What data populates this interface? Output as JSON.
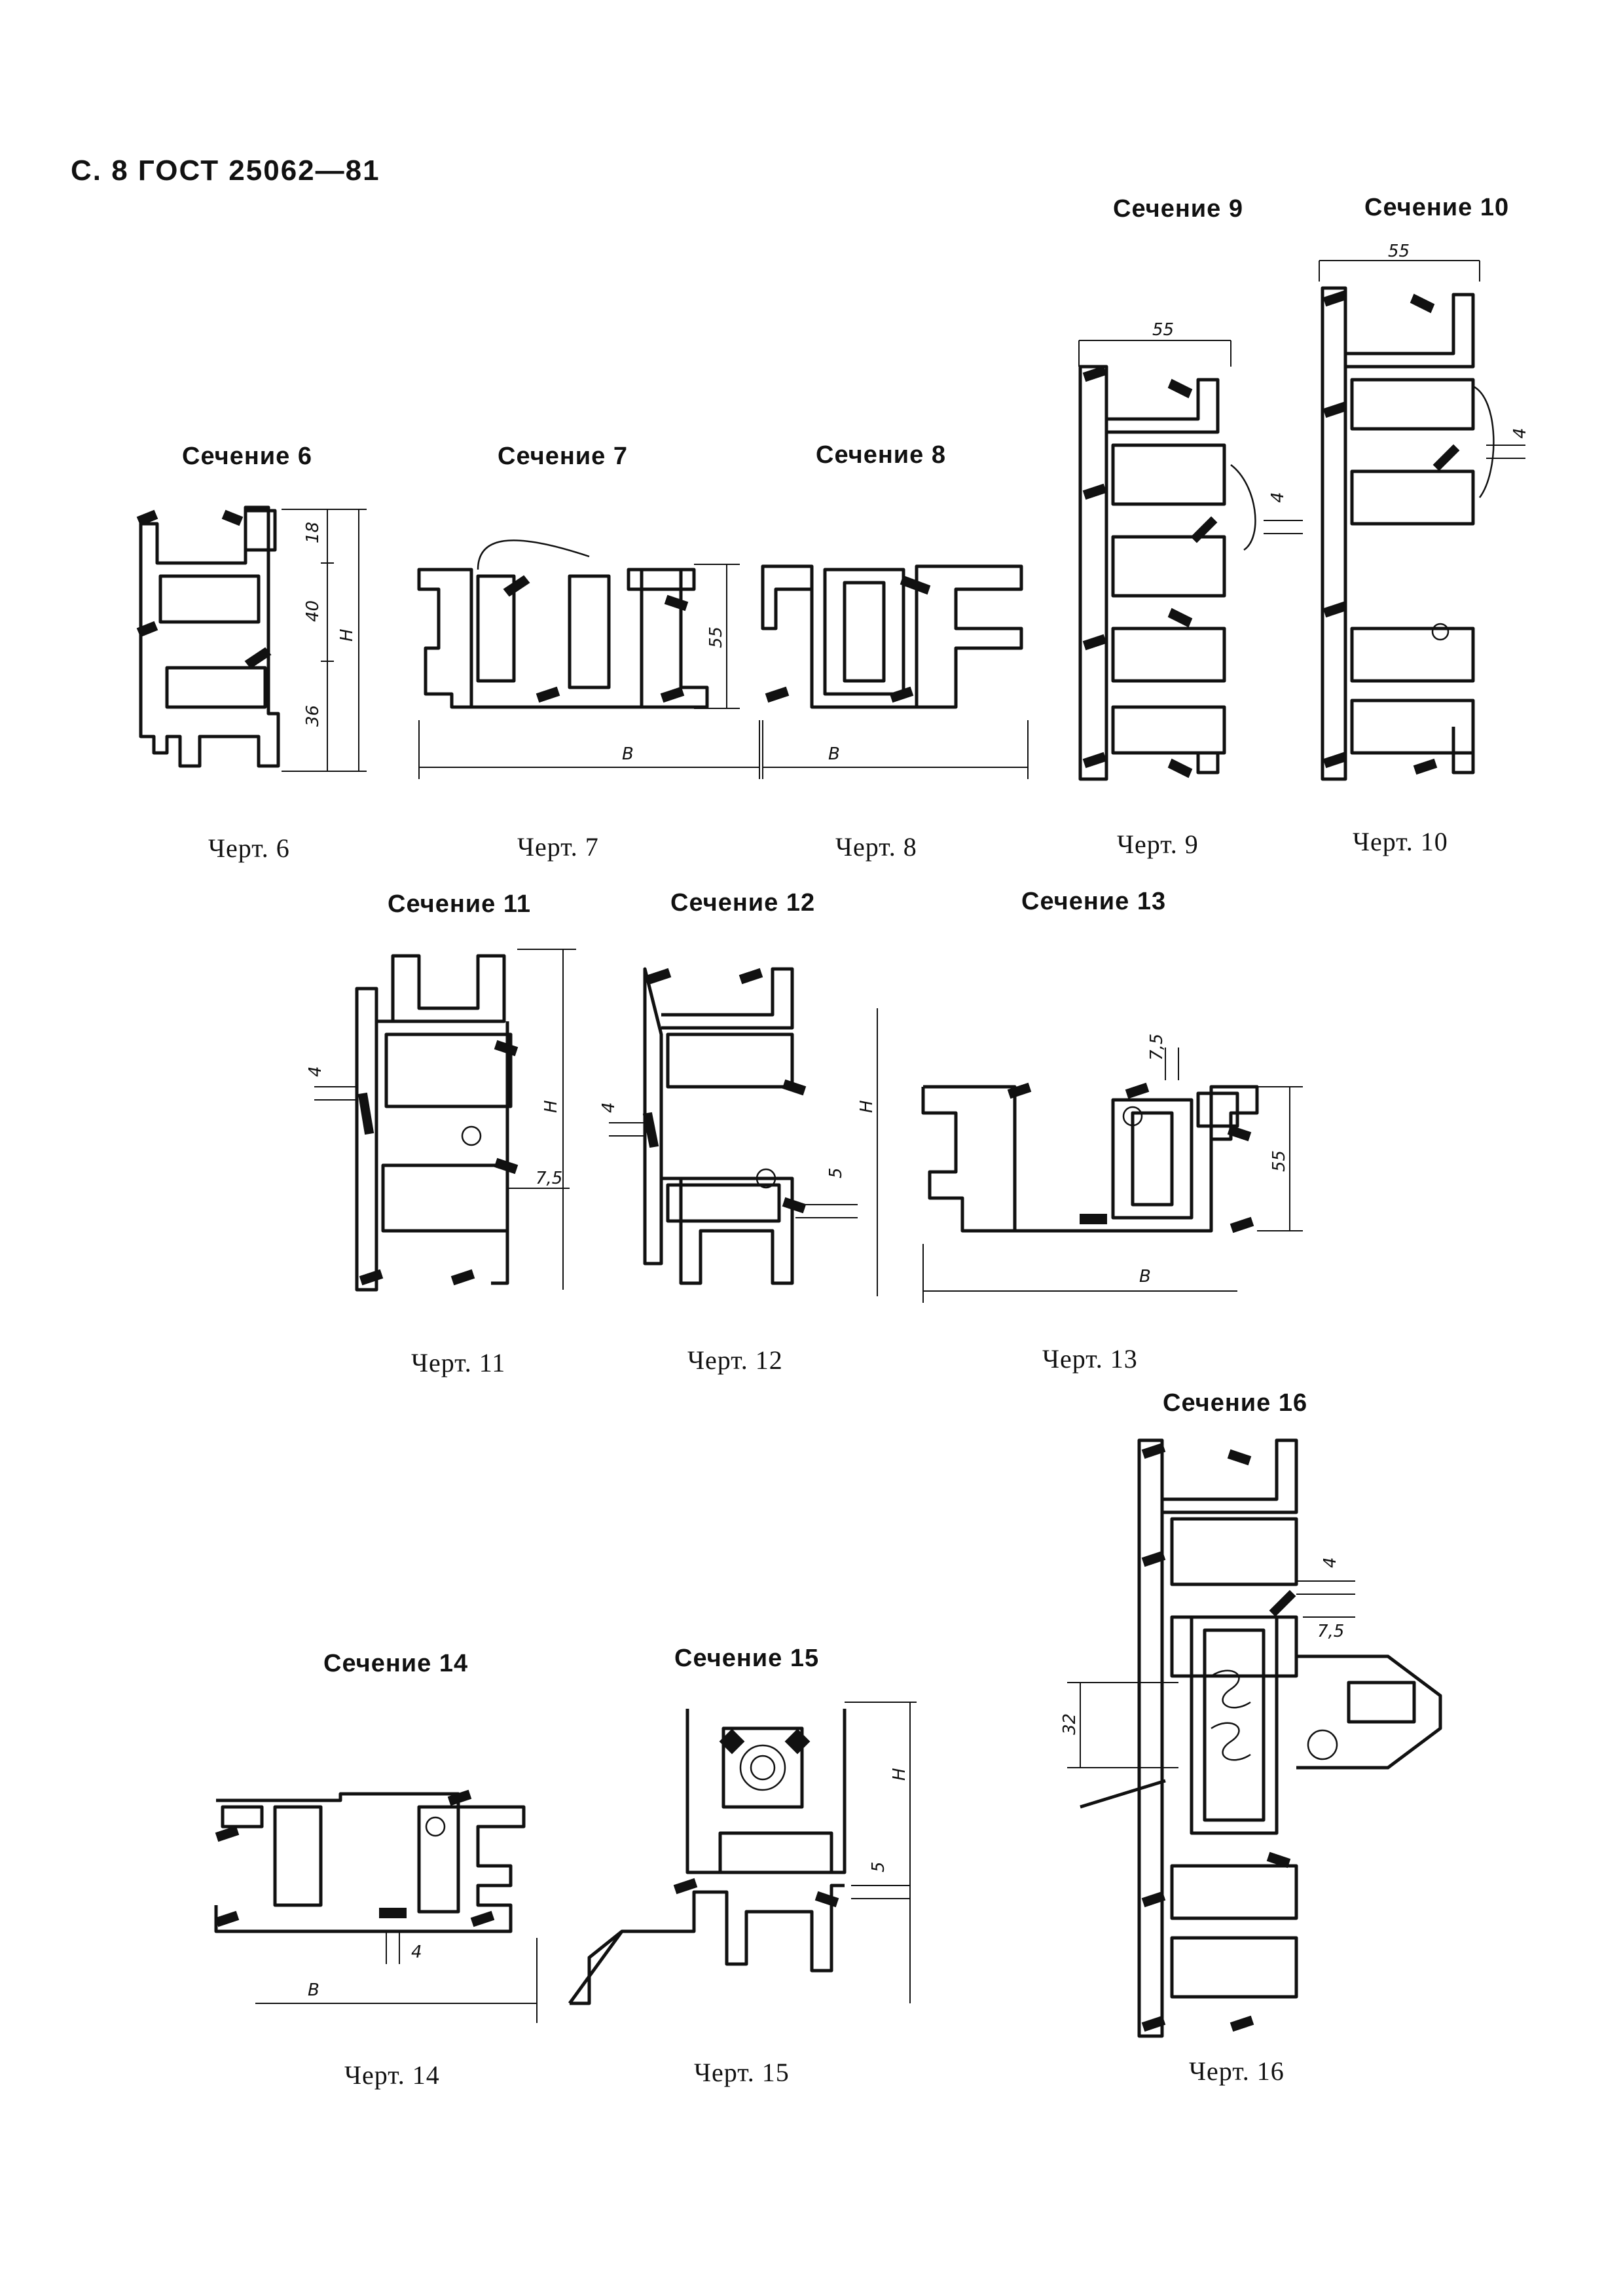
{
  "header": {
    "text": "С. 8 ГОСТ 25062—81"
  },
  "sections": [
    {
      "title": "Сечение 6",
      "caption": "Черт. 6"
    },
    {
      "title": "Сечение 7",
      "caption": "Черт. 7"
    },
    {
      "title": "Сечение 8",
      "caption": "Черт. 8"
    },
    {
      "title": "Сечение 9",
      "caption": "Черт. 9"
    },
    {
      "title": "Сечение 10",
      "caption": "Черт. 10"
    },
    {
      "title": "Сечение 11",
      "caption": "Черт. 11"
    },
    {
      "title": "Сечение 12",
      "caption": "Черт. 12"
    },
    {
      "title": "Сечение 13",
      "caption": "Черт. 13"
    },
    {
      "title": "Сечение 14",
      "caption": "Черт. 14"
    },
    {
      "title": "Сечение 15",
      "caption": "Черт. 15"
    },
    {
      "title": "Сечение 16",
      "caption": "Черт. 16"
    }
  ],
  "dimensions": {
    "d18": "18",
    "d40": "40",
    "d36": "36",
    "H": "H",
    "B": "B",
    "d55": "55",
    "d4": "4",
    "d7_5": "7,5",
    "d5": "5",
    "d32": "32"
  }
}
